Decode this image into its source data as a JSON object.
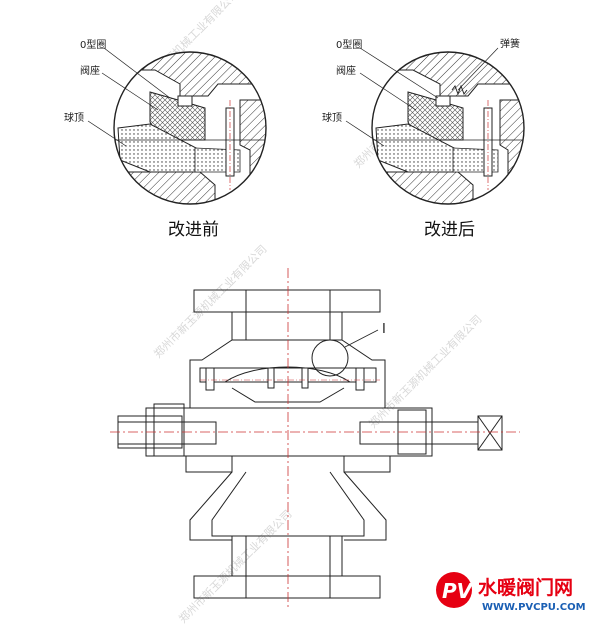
{
  "detail_before": {
    "caption": "改进前",
    "labels": {
      "o_ring": "0型圈",
      "seat": "阀座",
      "ball": "球顶"
    }
  },
  "detail_after": {
    "caption": "改进后",
    "labels": {
      "o_ring": "0型圈",
      "spring": "弹簧",
      "seat": "阀座",
      "ball": "球顶"
    }
  },
  "assembly": {
    "callout": "I"
  },
  "watermark": {
    "text": "郑州市新玉源机械工业有限公司"
  },
  "brand": {
    "name": "水暖阀门网",
    "url": "WWW.PVCPU.COM",
    "logo_letters": "PV",
    "colors": {
      "red": "#e60012",
      "blue": "#1a5fb4"
    }
  }
}
